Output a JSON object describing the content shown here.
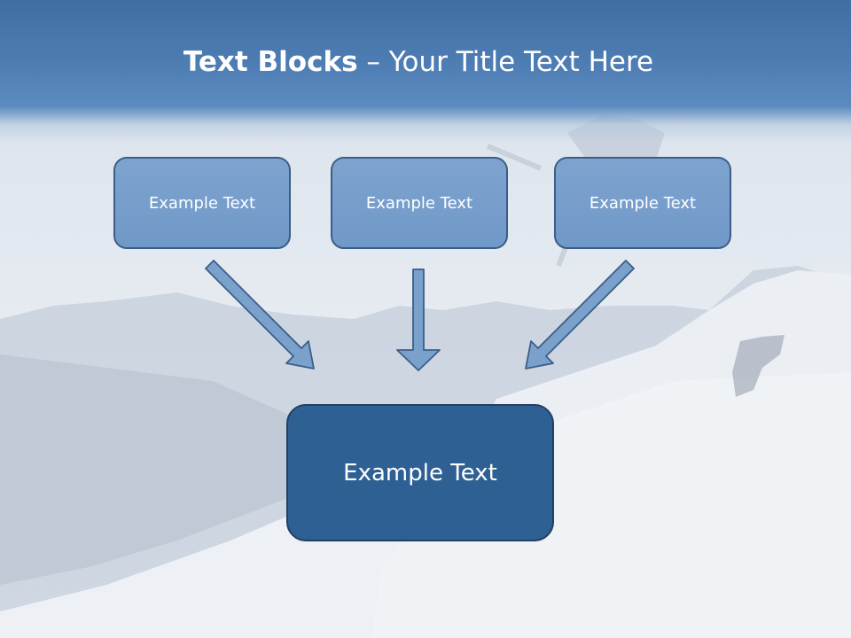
{
  "title": {
    "bold": "Text Blocks",
    "dash": " – ",
    "rest": "Your Title Text Here"
  },
  "boxes": {
    "left": "Example Text",
    "center": "Example Text",
    "right": "Example Text",
    "main": "Example Text"
  },
  "colors": {
    "title_band": "#4d7db3",
    "small_box_fill": "#7aa0cc",
    "small_box_border": "#3b5e87",
    "main_box_fill": "#2f6094",
    "main_box_border": "#233f63",
    "arrow_fill": "#7aa0cc",
    "arrow_stroke": "#3b5e87"
  }
}
